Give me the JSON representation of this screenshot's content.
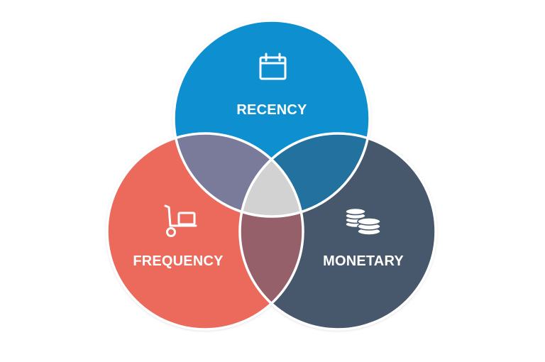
{
  "diagram": {
    "type": "venn",
    "circles": [
      {
        "key": "recency",
        "label": "RECENCY",
        "color": "#0a8fd0",
        "icon": "calendar-icon"
      },
      {
        "key": "frequency",
        "label": "FREQUENCY",
        "color": "#ec6a5c",
        "icon": "hand-truck-icon"
      },
      {
        "key": "monetary",
        "label": "MONETARY",
        "color": "#46596c",
        "icon": "coins-icon"
      }
    ],
    "overlap_colors": {
      "recency_frequency": "#7a7b9a",
      "recency_monetary": "#22719e",
      "frequency_monetary": "#956069",
      "center": "#d2d2d2"
    },
    "outline_color": "#ffffff"
  }
}
